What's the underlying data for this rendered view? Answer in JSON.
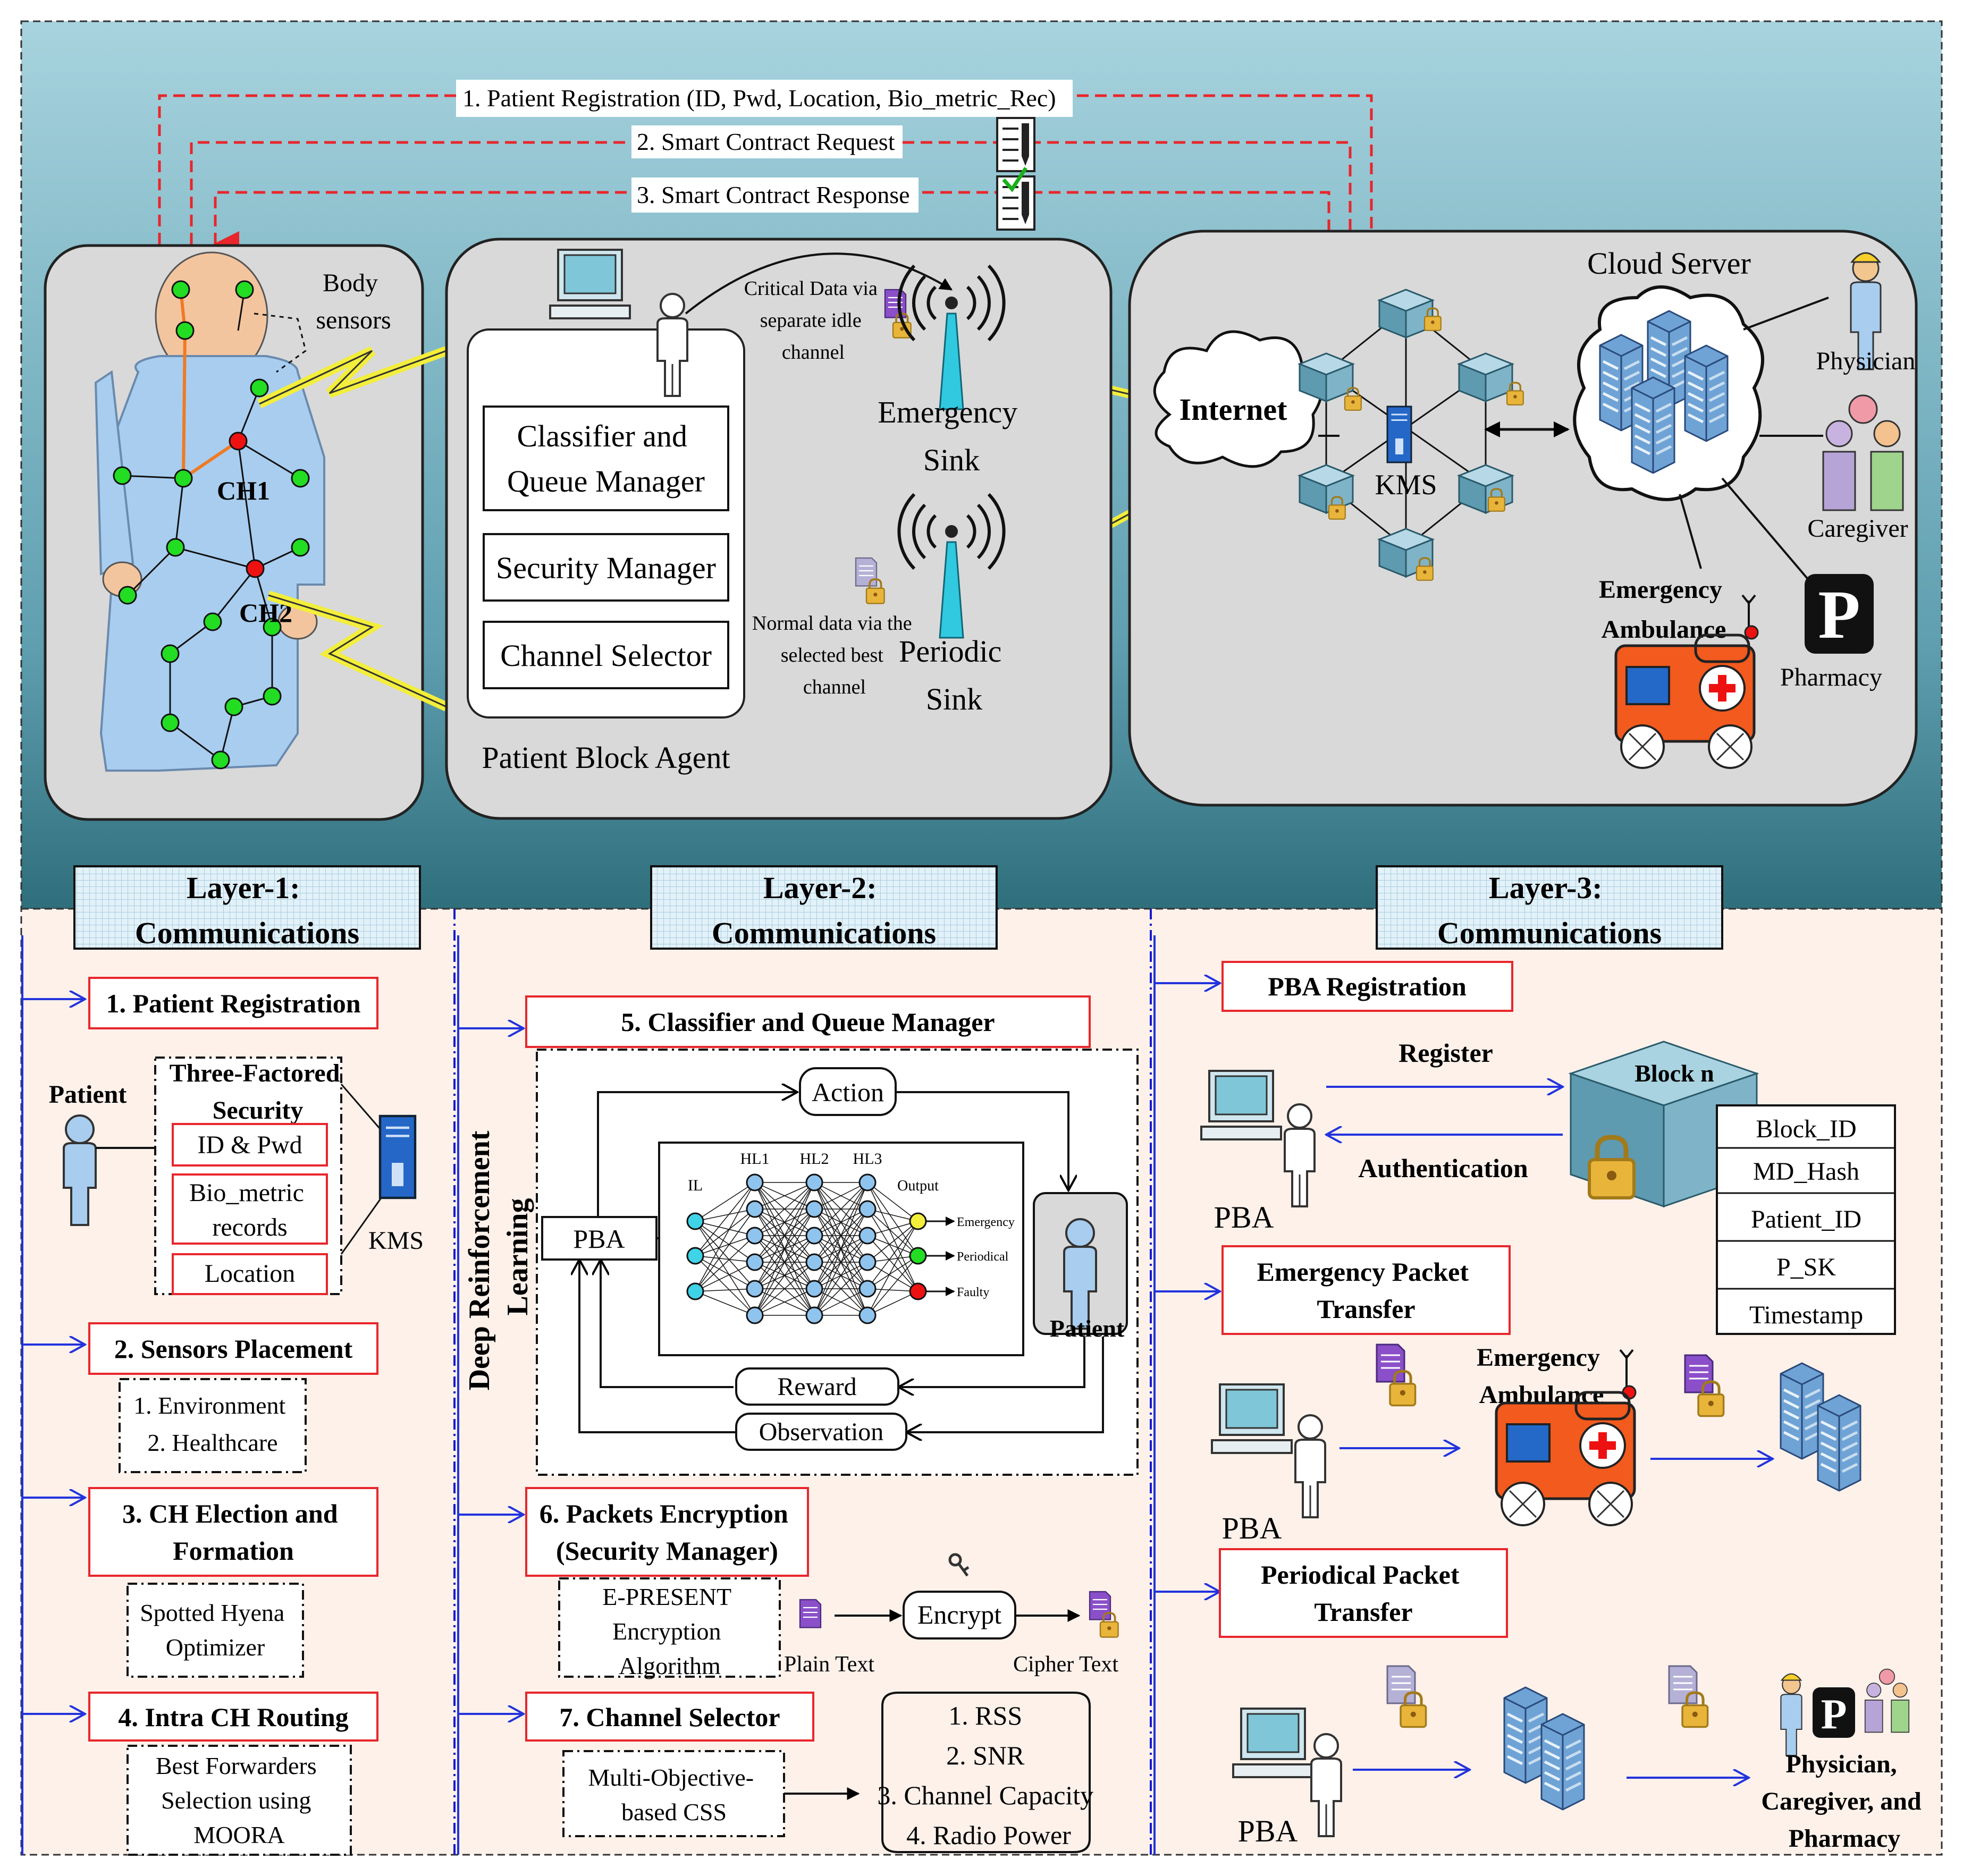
{
  "top": {
    "flow": {
      "step1": "1. Patient Registration (ID, Pwd, Location, Bio_metric_Rec)",
      "step2": "2. Smart Contract Request",
      "step3": "3. Smart Contract Response"
    },
    "body_panel": {
      "body_sensors": [
        "Body",
        "sensors"
      ],
      "ch1": "CH1",
      "ch2": "CH2"
    },
    "agent_panel": {
      "classifier": [
        "Classifier and",
        "Queue Manager"
      ],
      "security": "Security Manager",
      "channel": "Channel Selector",
      "title": "Patient Block Agent",
      "critical_note": [
        "Critical Data via",
        "separate idle",
        "channel"
      ],
      "normal_note": [
        "Normal data via the",
        "selected best",
        "channel"
      ],
      "emergency_sink": [
        "Emergency",
        "Sink"
      ],
      "periodic_sink": [
        "Periodic",
        "Sink"
      ]
    },
    "cloud_panel": {
      "internet": "Internet",
      "kms": "KMS",
      "cloud_server": "Cloud Server",
      "physician": "Physician",
      "caregiver": "Caregiver",
      "ambulance": [
        "Emergency",
        "Ambulance"
      ],
      "pharmacy": "Pharmacy",
      "pharmacy_icon": "P"
    }
  },
  "layers": {
    "layer1": [
      "Layer-1:",
      "Communications"
    ],
    "layer2": [
      "Layer-2:",
      "Communications"
    ],
    "layer3": [
      "Layer-3:",
      "Communications"
    ]
  },
  "col1": {
    "patient_registration": "1. Patient Registration",
    "patient": "Patient",
    "three_factored": [
      "Three-Factored",
      "Security"
    ],
    "id_pwd": "ID & Pwd",
    "biometric": [
      "Bio_metric",
      "records"
    ],
    "location": "Location",
    "kms": "KMS",
    "sensors_placement": "2. Sensors Placement",
    "placement_items": [
      "1. Environment",
      "2. Healthcare"
    ],
    "ch_election": [
      "3. CH Election and",
      "Formation"
    ],
    "spotted_hyena": [
      "Spotted Hyena",
      "Optimizer"
    ],
    "intra_ch": "4. Intra CH Routing",
    "best_forwarders": [
      "Best Forwarders",
      "Selection using",
      "MOORA"
    ]
  },
  "col2": {
    "drl": [
      "Deep Reinforcement",
      "Learning"
    ],
    "classifier_title": "5. Classifier and Queue Manager",
    "action": "Action",
    "pba": "PBA",
    "nn_layers": [
      "IL",
      "HL1",
      "HL2",
      "HL3",
      "Output"
    ],
    "outputs": [
      "Emergency",
      "Periodical",
      "Faulty"
    ],
    "patient": "Patient",
    "reward": "Reward",
    "observation": "Observation",
    "encryption_title": [
      "6. Packets Encryption",
      "(Security Manager)"
    ],
    "epresent": [
      "E-PRESENT",
      "Encryption",
      "Algorithm"
    ],
    "plain_text": "Plain Text",
    "encrypt": "Encrypt",
    "cipher_text": "Cipher Text",
    "channel_title": "7. Channel Selector",
    "multi_objective": [
      "Multi-Objective-",
      "based CSS"
    ],
    "criteria": [
      "1. RSS",
      "2. SNR",
      "3. Channel Capacity",
      "4. Radio Power"
    ]
  },
  "col3": {
    "pba_registration": "PBA Registration",
    "register": "Register",
    "authentication": "Authentication",
    "pba": "PBA",
    "block_n": "Block n",
    "block_fields": [
      "Block_ID",
      "MD_Hash",
      "Patient_ID",
      "P_SK",
      "Timestamp"
    ],
    "emergency_packet": [
      "Emergency Packet",
      "Transfer"
    ],
    "ambulance": [
      "Emergency",
      "Ambulance"
    ],
    "periodical_packet": [
      "Periodical Packet",
      "Transfer"
    ],
    "recipients": [
      "Physician,",
      "Caregiver, and",
      "Pharmacy"
    ],
    "pharmacy_icon": "P"
  },
  "colors": {
    "top_bg_light": "#a7d3de",
    "top_bg_dark": "#2f6f7c",
    "panel_bg": "#d9d9d9",
    "bottom_bg": "#fdf1ea",
    "header_fill": "#e3f1f8",
    "red_box": "#e8262c",
    "blue_arrow": "#2233dd",
    "flow_red": "#e8262c",
    "sensor_green": "#22dd22",
    "ch_red": "#ee1111",
    "body_blue": "#a8cdef",
    "cube": "#7fb3c8"
  }
}
